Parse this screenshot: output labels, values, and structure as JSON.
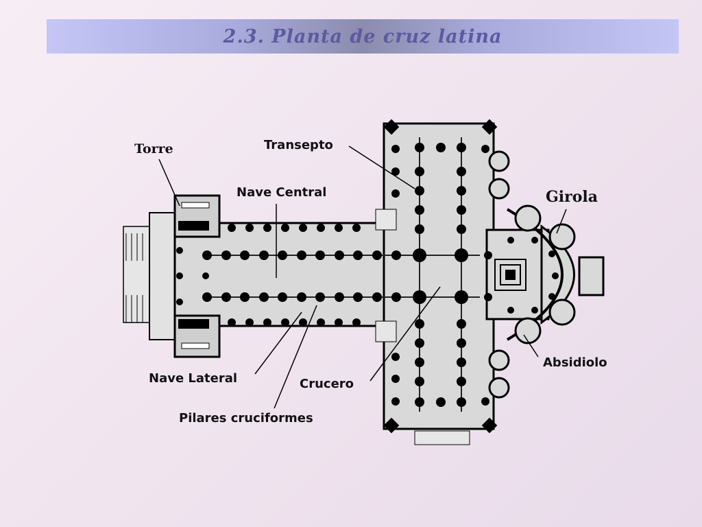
{
  "title": "2.3. Planta de cruz latina",
  "labels": {
    "torre": "Torre",
    "transepto": "Transepto",
    "nave_central": "Nave Central",
    "girola": "Girola",
    "absidiolo": "Absidiolo",
    "nave_lateral": "Nave Lateral",
    "crucero": "Crucero",
    "pilares": "Pilares cruciformes"
  }
}
